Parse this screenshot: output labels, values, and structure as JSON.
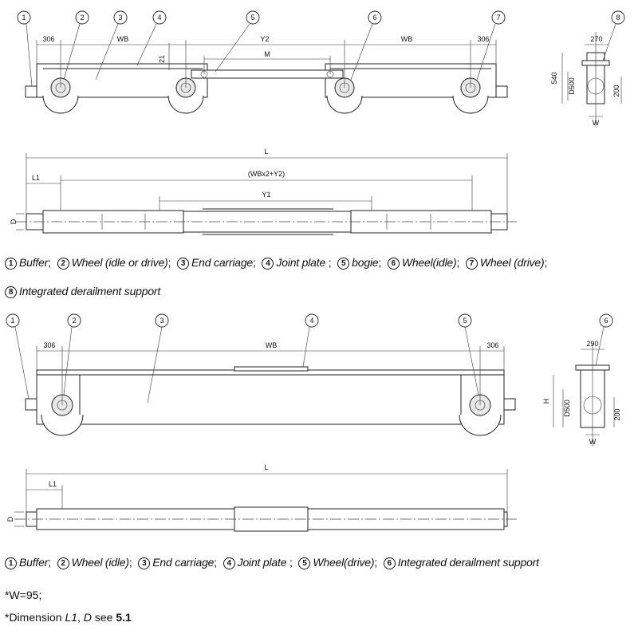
{
  "figure1": {
    "callouts": [
      "1",
      "2",
      "3",
      "4",
      "5",
      "6",
      "7",
      "8"
    ],
    "dims": {
      "d306": "306",
      "wb": "WB",
      "y2": "Y2",
      "m": "M",
      "d21": "21",
      "d270": "270",
      "d540": "540",
      "d500": "D500",
      "d200": "200",
      "w": "W"
    }
  },
  "figure2": {
    "dims": {
      "l": "L",
      "l1": "L1",
      "wbx2y2": "(WBx2+Y2)",
      "y1": "Y1",
      "d": "D"
    }
  },
  "figure3": {
    "callouts": [
      "1",
      "2",
      "3",
      "4",
      "5",
      "6"
    ],
    "dims": {
      "d306a": "306",
      "wb": "WB",
      "d306b": "306",
      "d290": "290",
      "h": "H",
      "d500": "D500",
      "d200": "200",
      "w": "W"
    }
  },
  "figure4": {
    "dims": {
      "l": "L",
      "l1": "L1",
      "d": "D"
    }
  },
  "legend1": {
    "items": [
      {
        "num": "1",
        "text": "Buffer"
      },
      {
        "num": "2",
        "text": "Wheel (idle or drive)"
      },
      {
        "num": "3",
        "text": "End carriage"
      },
      {
        "num": "4",
        "text": "Joint plate"
      },
      {
        "num": "5",
        "text": "bogie"
      },
      {
        "num": "6",
        "text": "Wheel(idle)"
      },
      {
        "num": "7",
        "text": "Wheel (drive)"
      }
    ],
    "line2": {
      "num": "8",
      "text": "Integrated derailment support"
    }
  },
  "legend2": {
    "items": [
      {
        "num": "1",
        "text": "Buffer"
      },
      {
        "num": "2",
        "text": "Wheel (idle)"
      },
      {
        "num": "3",
        "text": "End carriage"
      },
      {
        "num": "4",
        "text": "Joint plate"
      },
      {
        "num": "5",
        "text": "Wheel(drive)"
      },
      {
        "num": "6",
        "text": "Integrated derailment support"
      }
    ]
  },
  "notes": {
    "w": "*W=95;",
    "dim_prefix": "*Dimension ",
    "dim_l1": "L1",
    "dim_comma": ", ",
    "dim_d": "D",
    "dim_see": " see ",
    "dim_ref": "5.1"
  }
}
